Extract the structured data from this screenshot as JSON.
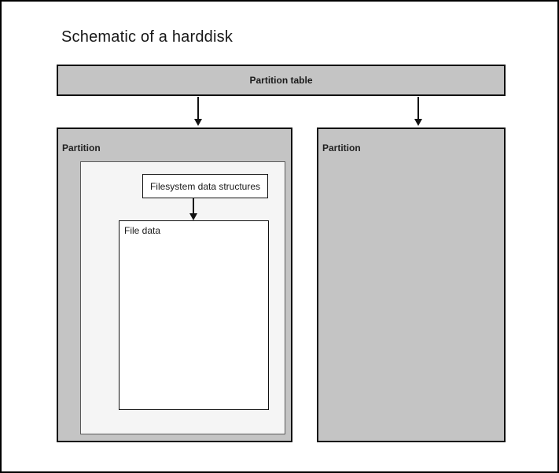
{
  "title": "Schematic of a harddisk",
  "partition_table": {
    "label": "Partition table"
  },
  "left_partition": {
    "label": "Partition"
  },
  "right_partition": {
    "label": "Partition"
  },
  "filesystem_box": {
    "label": "Filesystem data structures"
  },
  "file_data_box": {
    "label": "File data"
  },
  "colors": {
    "gray-fill": "#c4c4c4",
    "light-fill": "#f5f5f5",
    "dark-border": "#111111",
    "inner-border": "#595959",
    "text-color": "#1a1a1a"
  }
}
